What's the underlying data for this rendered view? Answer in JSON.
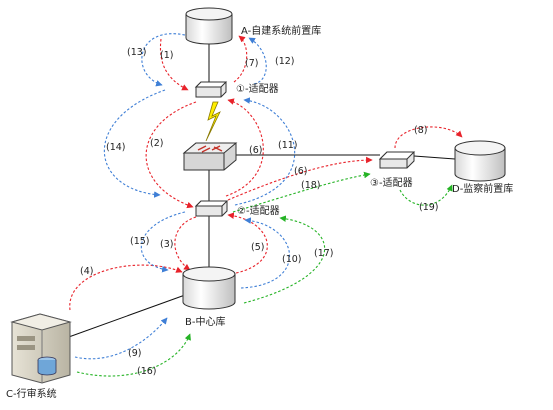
{
  "nodes": {
    "a": "A-自建系统前置库",
    "b": "B-中心库",
    "c": "C-行审系统",
    "d": "D-监察前置库"
  },
  "adapters": {
    "a1": "①-适配器",
    "a2": "②-适配器",
    "a3": "③-适配器"
  },
  "arrows": [
    {
      "id": "1",
      "label": "(1)",
      "color": "red"
    },
    {
      "id": "2",
      "label": "(2)",
      "color": "red"
    },
    {
      "id": "3",
      "label": "(3)",
      "color": "red"
    },
    {
      "id": "4",
      "label": "(4)",
      "color": "red"
    },
    {
      "id": "5",
      "label": "(5)",
      "color": "red"
    },
    {
      "id": "6a",
      "label": "(6)",
      "color": "red"
    },
    {
      "id": "6b",
      "label": "(6)",
      "color": "red"
    },
    {
      "id": "7",
      "label": "(7)",
      "color": "red"
    },
    {
      "id": "8",
      "label": "(8)",
      "color": "red"
    },
    {
      "id": "9",
      "label": "(9)",
      "color": "blue"
    },
    {
      "id": "10",
      "label": "(10)",
      "color": "blue"
    },
    {
      "id": "11",
      "label": "(11)",
      "color": "blue"
    },
    {
      "id": "12",
      "label": "(12)",
      "color": "blue"
    },
    {
      "id": "13",
      "label": "(13)",
      "color": "blue"
    },
    {
      "id": "14",
      "label": "(14)",
      "color": "blue"
    },
    {
      "id": "15",
      "label": "(15)",
      "color": "blue"
    },
    {
      "id": "16",
      "label": "(16)",
      "color": "green"
    },
    {
      "id": "17",
      "label": "(17)",
      "color": "green"
    },
    {
      "id": "18",
      "label": "(18)",
      "color": "green"
    },
    {
      "id": "19",
      "label": "(19)",
      "color": "green"
    }
  ],
  "colors": {
    "red": "#e8222a",
    "blue": "#3f7fd6",
    "green": "#25b325"
  }
}
